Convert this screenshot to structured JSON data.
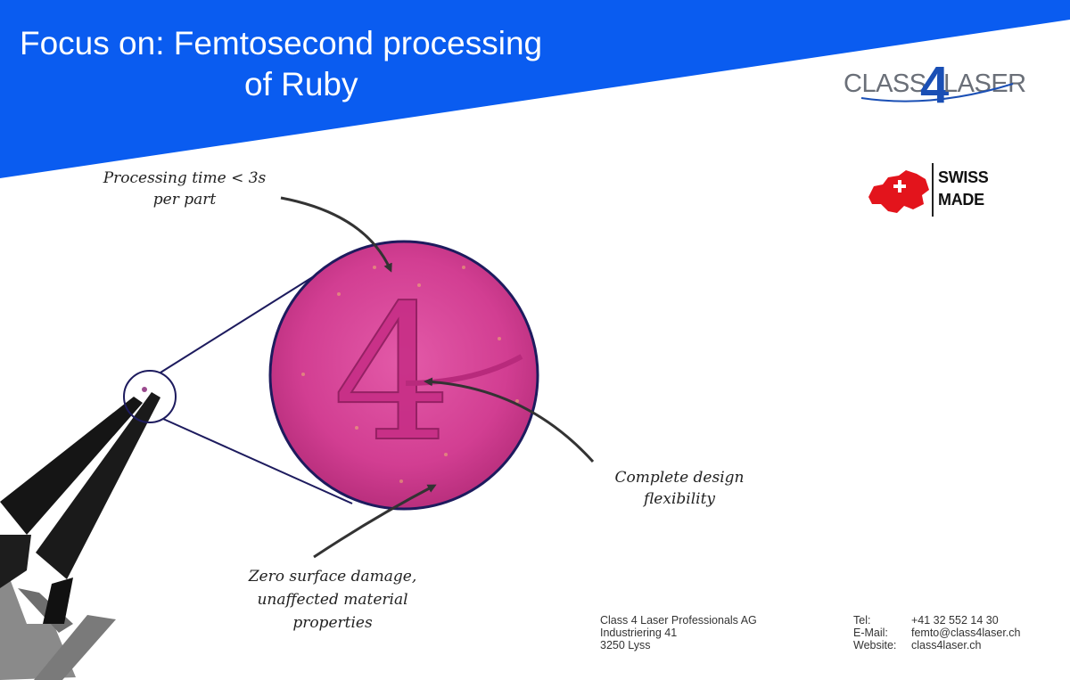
{
  "header": {
    "title_line1": "Focus on: Femtosecond processing",
    "title_line2": "of Ruby",
    "banner_color": "#0a5cf0"
  },
  "logo": {
    "text_left": "CLASS",
    "text_digit": "4",
    "text_right": "LASER"
  },
  "swiss_badge": {
    "line1": "SWISS",
    "line2": "MADE"
  },
  "callouts": {
    "processing_time": [
      "Processing time < 3s",
      "per part"
    ],
    "design": [
      "Complete design",
      "flexibility"
    ],
    "surface": [
      "Zero surface damage,",
      "unaffected material",
      "properties"
    ]
  },
  "company": {
    "name": "Class 4 Laser Professionals AG",
    "street": "Industriering 41",
    "city": "3250 Lyss"
  },
  "contact": {
    "tel_label": "Tel:",
    "tel_value": "+41 32 552 14 30",
    "email_label": "E-Mail:",
    "email_value": "femto@class4laser.ch",
    "web_label": "Website:",
    "web_value": "class4laser.ch"
  },
  "magnified_glyph": "4",
  "colors": {
    "ruby": "#d9459a",
    "outline": "#1d1b5e",
    "flag_red": "#e3141c"
  }
}
